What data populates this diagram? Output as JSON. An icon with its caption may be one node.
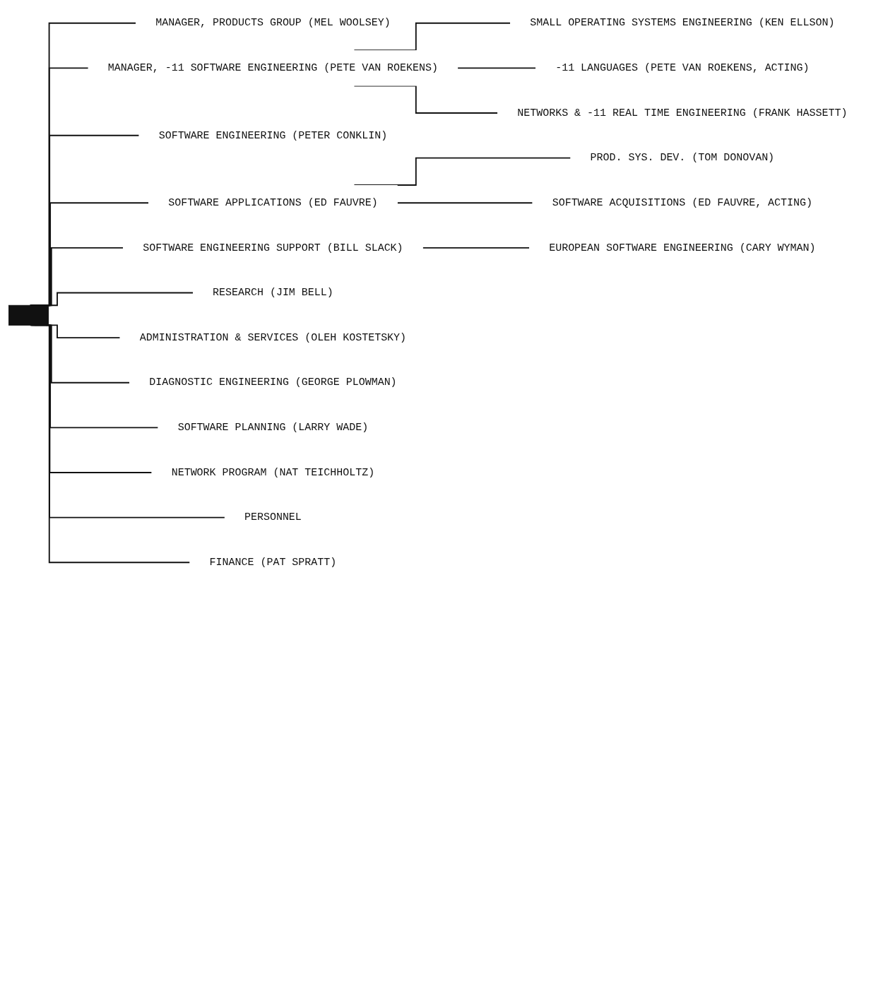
{
  "diagram": {
    "nodes": [
      {
        "text": [],
        "shape": "bar"
      },
      {
        "text": [
          "MANAGER, PRODUCTS GROUP (MEL WOOLSEY)"
        ]
      },
      {
        "text": [
          "MANAGER, -11 SOFTWARE ENGINEERING (PETE VAN ROEKENS)"
        ]
      },
      {
        "text": [
          "SMALL OPERATING SYSTEMS ENGINEERING (KEN ELLSON)"
        ]
      },
      {
        "text": [
          "-11 LANGUAGES (PETE VAN ROEKENS, ACTING)"
        ]
      },
      {
        "text": [
          "NETWORKS & -11 REAL TIME ENGINEERING (FRANK HASSETT)"
        ]
      },
      {
        "text": [
          "SOFTWARE ENGINEERING (PETER CONKLIN)"
        ]
      },
      {
        "text": [
          "SOFTWARE APPLICATIONS (ED FAUVRE)"
        ]
      },
      {
        "text": [
          "PROD. SYS. DEV. (TOM DONOVAN)"
        ]
      },
      {
        "text": [
          "SOFTWARE ACQUISITIONS (ED FAUVRE, ACTING)"
        ]
      },
      {
        "text": [
          "SOFTWARE ENGINEERING SUPPORT (BILL SLACK)"
        ]
      },
      {
        "text": [
          "EUROPEAN SOFTWARE ENGINEERING (CARY WYMAN)"
        ]
      },
      {
        "text": [
          "RESEARCH (JIM BELL)"
        ]
      },
      {
        "text": [
          "ADMINISTRATION & SERVICES (OLEH KOSTETSKY)"
        ]
      },
      {
        "text": [
          "DIAGNOSTIC ENGINEERING (GEORGE PLOWMAN)"
        ]
      },
      {
        "text": [
          "SOFTWARE PLANNING (LARRY WADE)"
        ]
      },
      {
        "text": [
          "NETWORK PROGRAM (NAT TEICHHOLTZ)"
        ]
      },
      {
        "text": [
          "PERSONNEL"
        ]
      },
      {
        "text": [
          "FINANCE (PAT SPRATT)"
        ]
      }
    ],
    "edges": [
      {
        "from": 0,
        "to": 1,
        "arrow": "none"
      },
      {
        "from": 0,
        "to": 2,
        "arrow": "none"
      },
      {
        "from": 2,
        "to": 3,
        "arrow": "none"
      },
      {
        "from": 2,
        "to": 4,
        "arrow": "none"
      },
      {
        "from": 2,
        "to": 5,
        "arrow": "none"
      },
      {
        "from": 0,
        "to": 6,
        "arrow": "none"
      },
      {
        "from": 0,
        "to": 7,
        "arrow": "none"
      },
      {
        "from": 7,
        "to": 8,
        "arrow": "none"
      },
      {
        "from": 7,
        "to": 9,
        "arrow": "none"
      },
      {
        "from": 0,
        "to": 10,
        "arrow": "none"
      },
      {
        "from": 10,
        "to": 11,
        "arrow": "none"
      },
      {
        "from": 0,
        "to": 12,
        "arrow": "none"
      },
      {
        "from": 0,
        "to": 13,
        "arrow": "none"
      },
      {
        "from": 0,
        "to": 14,
        "arrow": "none"
      },
      {
        "from": 0,
        "to": 15,
        "arrow": "none"
      },
      {
        "from": 0,
        "to": 16,
        "arrow": "none"
      },
      {
        "from": 0,
        "to": 17,
        "arrow": "none"
      },
      {
        "from": 0,
        "to": 18,
        "arrow": "none"
      }
    ]
  }
}
